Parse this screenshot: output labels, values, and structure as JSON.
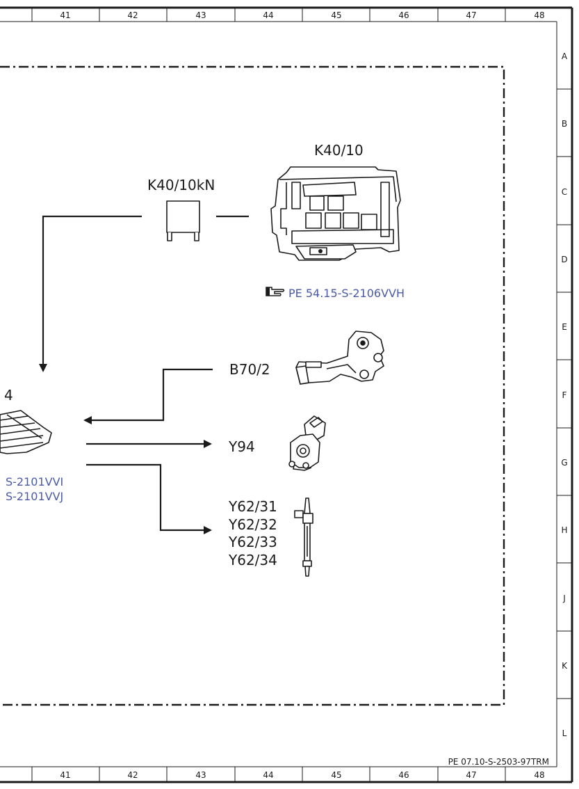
{
  "grid": {
    "columns": [
      "41",
      "42",
      "43",
      "44",
      "45",
      "46",
      "47",
      "48"
    ],
    "rows": [
      "A",
      "B",
      "C",
      "D",
      "E",
      "F",
      "G",
      "H",
      "J",
      "K",
      "L"
    ]
  },
  "components": {
    "k40_10": {
      "label": "K40/10"
    },
    "k40_10kn": {
      "label": "K40/10kN"
    },
    "k40_10_ref": {
      "text": "PE 54.15-S-2106VVH"
    },
    "b70_2": {
      "label": "B70/2"
    },
    "y94": {
      "label": "Y94"
    },
    "y62": {
      "labels": [
        "Y62/31",
        "Y62/32",
        "Y62/33",
        "Y62/34"
      ]
    },
    "partial_unit": {
      "label_fragment": "4",
      "refs": [
        "S-2101VVI",
        "S-2101VVJ"
      ]
    }
  },
  "footer": {
    "doc_id": "PE 07.10-S-2503-97TRM"
  },
  "colors": {
    "line": "#1a1a1a",
    "reference_link": "#4a5aa8",
    "background": "#ffffff"
  },
  "icons": {
    "reference_pointer": "pointing-hand-icon"
  }
}
